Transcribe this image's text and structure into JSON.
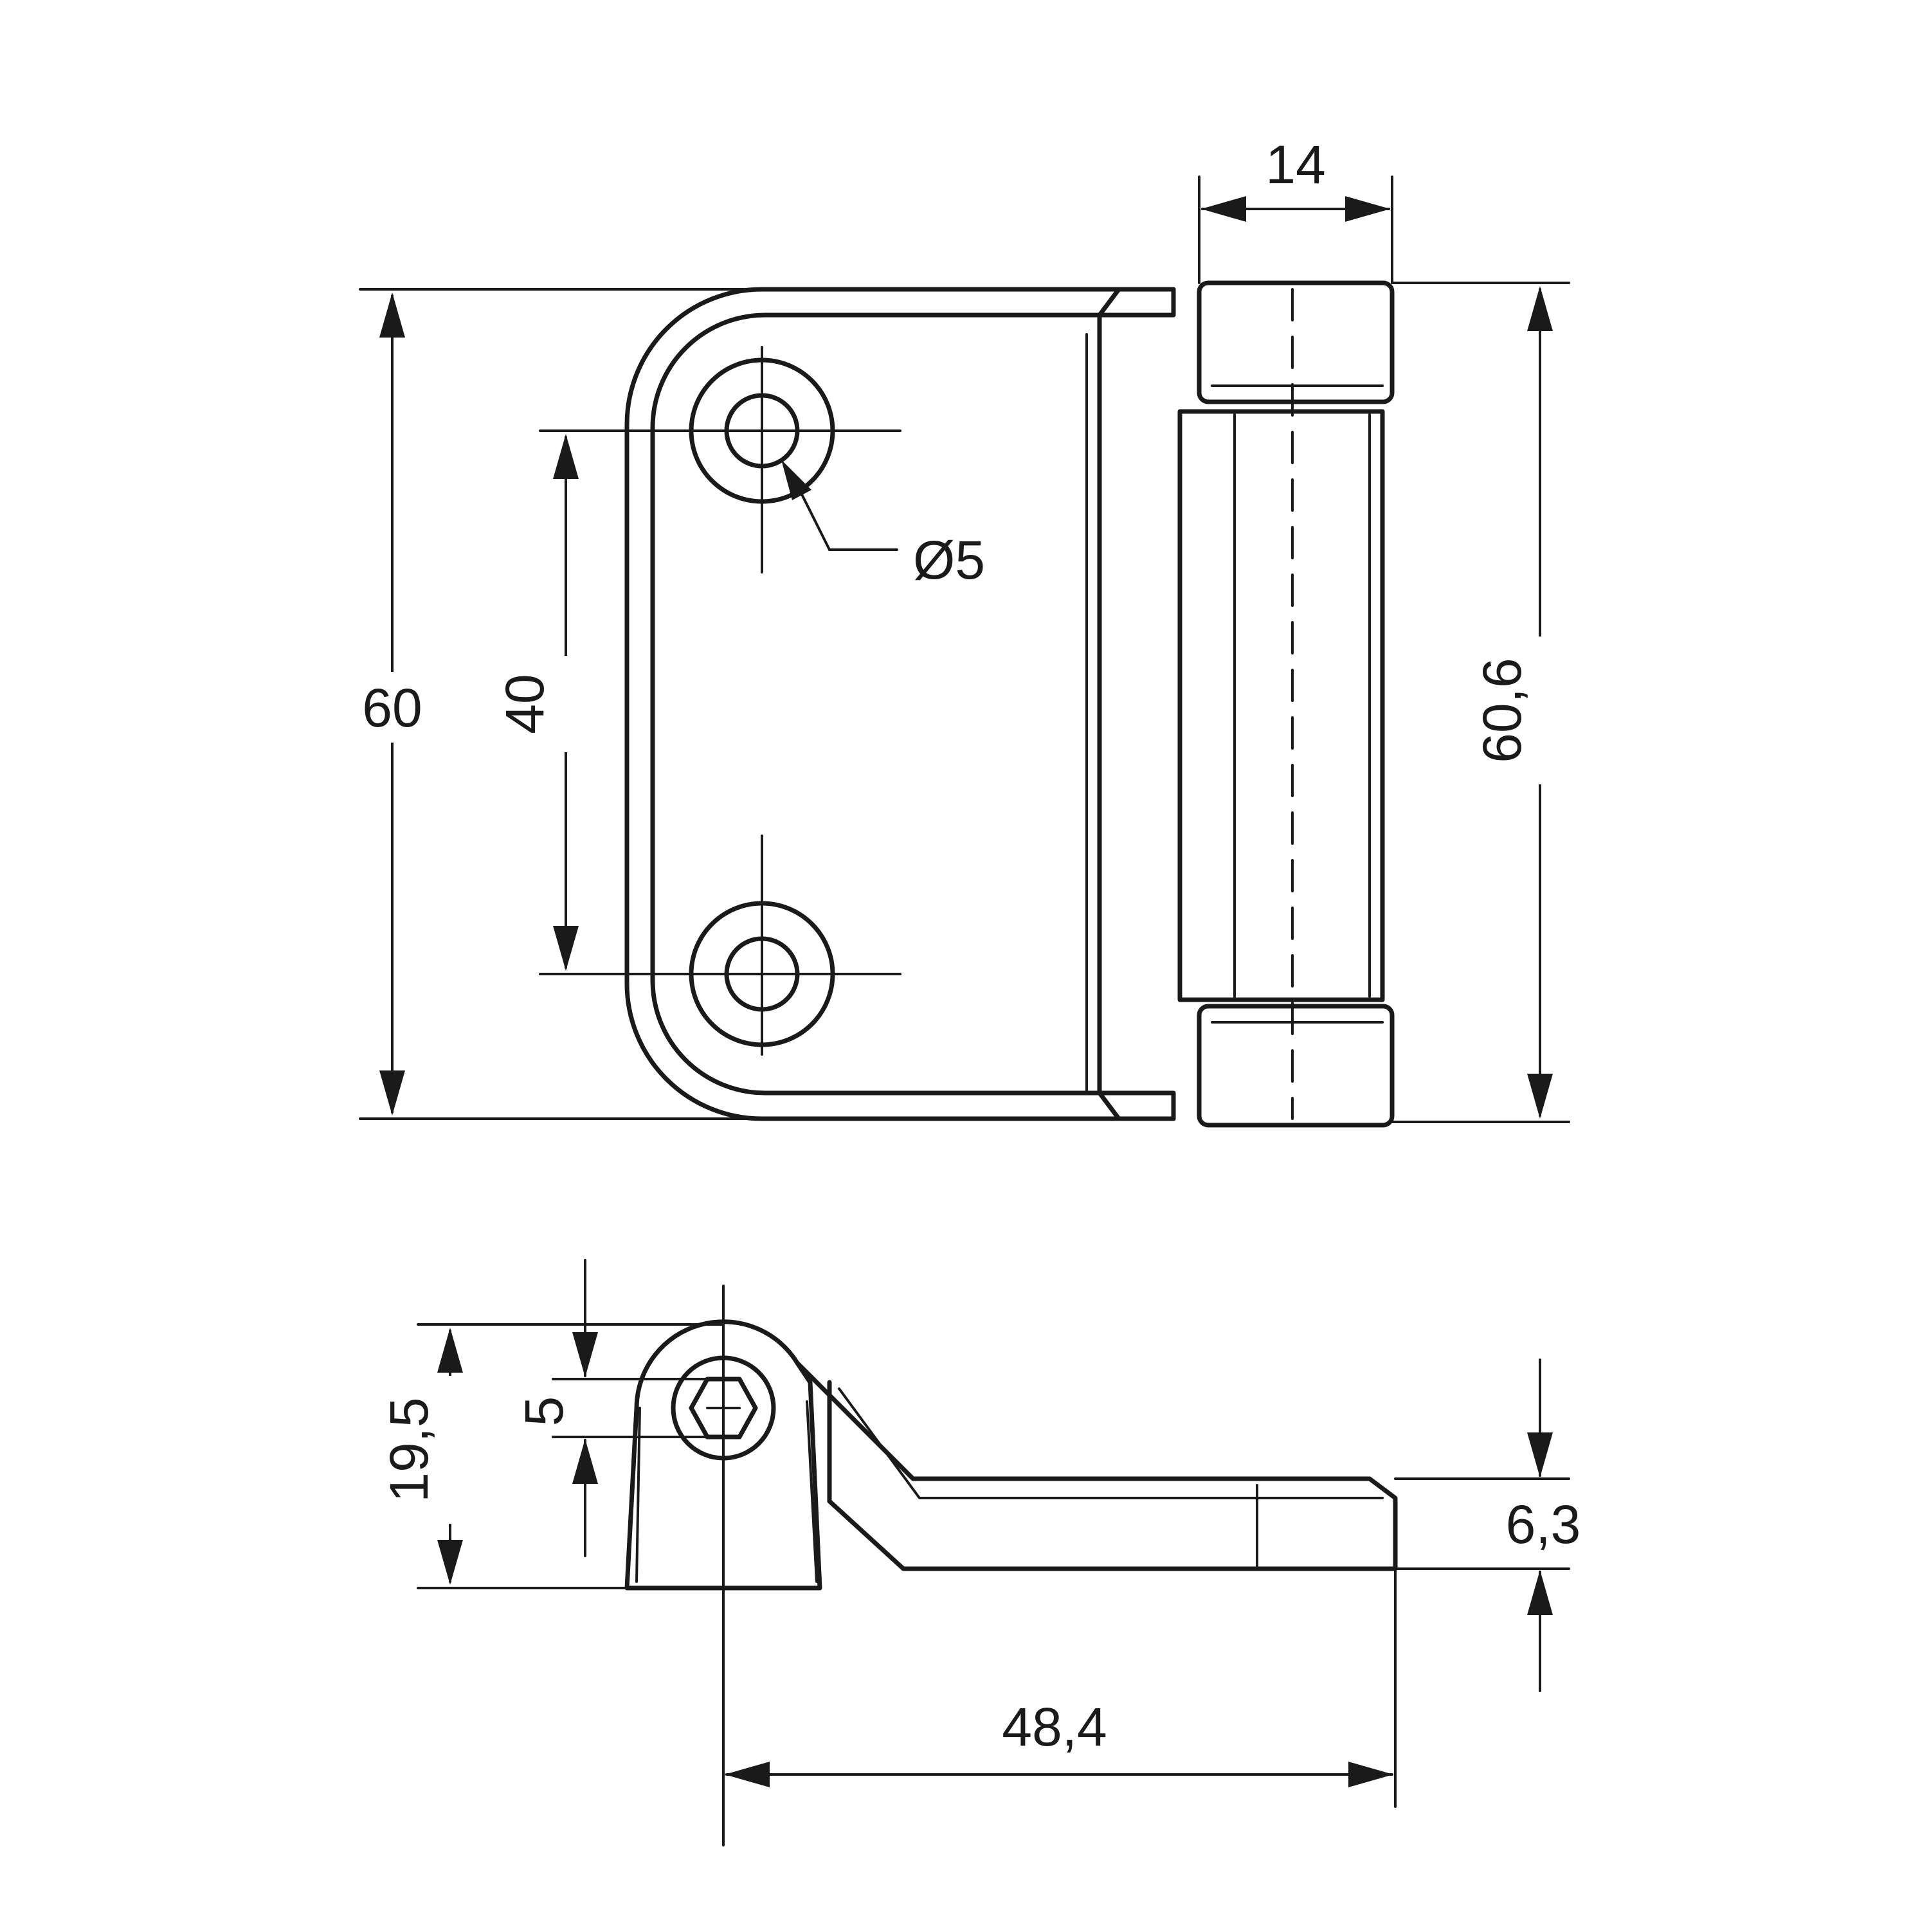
{
  "drawing": {
    "stroke_color": "#1a1a1a",
    "background": "#ffffff"
  },
  "dimensions": {
    "height_leaf": "60",
    "hole_spacing": "40",
    "hole_diameter": "Ø5",
    "knuckle_width": "14",
    "height_knuckle": "60,6",
    "side_height": "19,5",
    "pin_offset": "5",
    "leaf_thickness": "6,3",
    "overall_length": "48,4"
  }
}
